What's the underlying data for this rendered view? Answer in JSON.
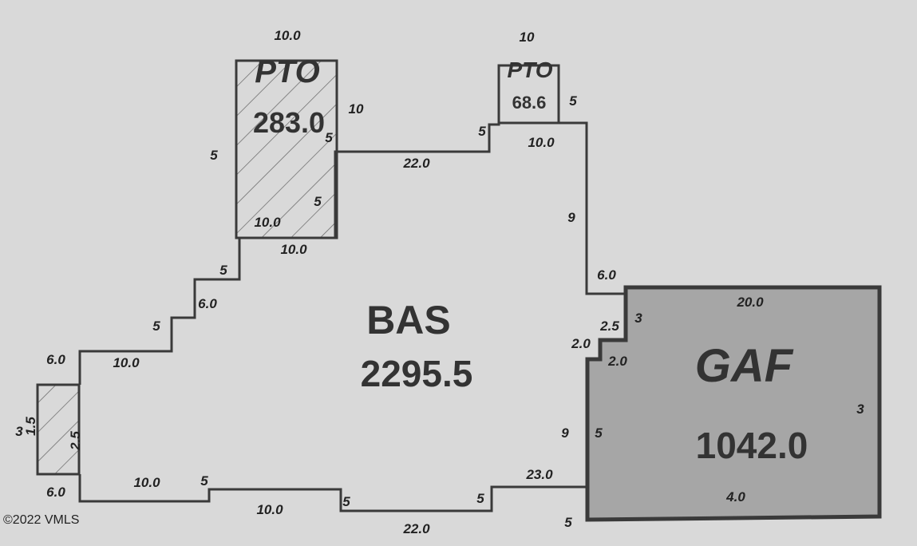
{
  "sketch": {
    "areas": [
      {
        "code": "PTO",
        "value": "283.0"
      },
      {
        "code": "PTO",
        "value": "68.6"
      },
      {
        "code": "BAS",
        "value": "2295.5"
      },
      {
        "code": "GAF",
        "value": "1042.0"
      }
    ],
    "dimensions": [
      "10.0",
      "10",
      "5",
      "10.0",
      "10.0",
      "5",
      "5",
      "22.0",
      "10",
      "5",
      "5",
      "10.0",
      "9",
      "6.0",
      "5",
      "6.0",
      "5",
      "10.0",
      "6.0",
      "20.0",
      "2.5",
      "3",
      "2.0",
      "2.0",
      "3",
      "9",
      "5",
      "4.0",
      "6.0",
      "10.0",
      "5",
      "10.0",
      "5",
      "22.0",
      "5",
      "23.0",
      "5",
      "1.5",
      "2.5",
      "3"
    ],
    "colors": {
      "background": "#d9d9d9",
      "wall": "#3a3a3a",
      "garage_fill": "#a6a6a6",
      "hatch": "#6a6a6a"
    }
  },
  "footer": {
    "copyright": "©2022 VMLS"
  }
}
